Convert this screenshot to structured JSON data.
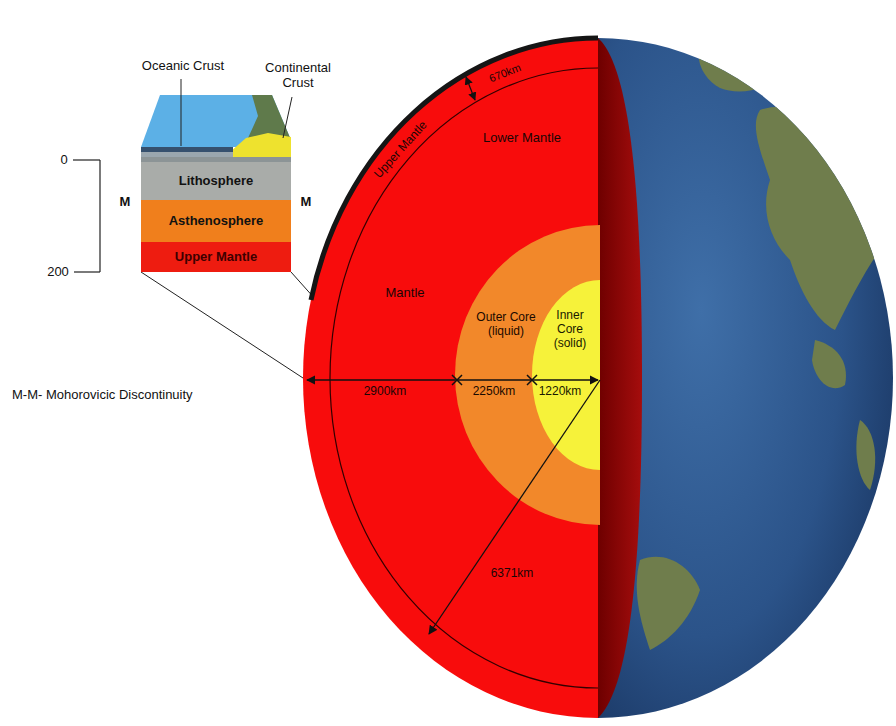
{
  "diagram": {
    "nodes": [
      {
        "text": [
          "Mantle"
        ]
      },
      {
        "text": [
          "Outer Core (liquid)"
        ],
        "in": 0
      },
      {
        "text": [
          "Inner Core (solid)"
        ],
        "in": 1
      },
      {
        "text": [
          "Lithosphere"
        ]
      },
      {
        "text": [
          "Asthenosphere"
        ]
      },
      {
        "text": [
          "Upper Mantle"
        ]
      }
    ],
    "labels": [
      "Oceanic Crust",
      "Continental Crust",
      "0",
      "200",
      "M",
      "M",
      "M-M- Mohorovicic Discontinuity",
      "670km",
      "Upper Mantle",
      "Lower Mantle",
      "2900km",
      "2250km",
      "1220km",
      "6371km"
    ]
  }
}
